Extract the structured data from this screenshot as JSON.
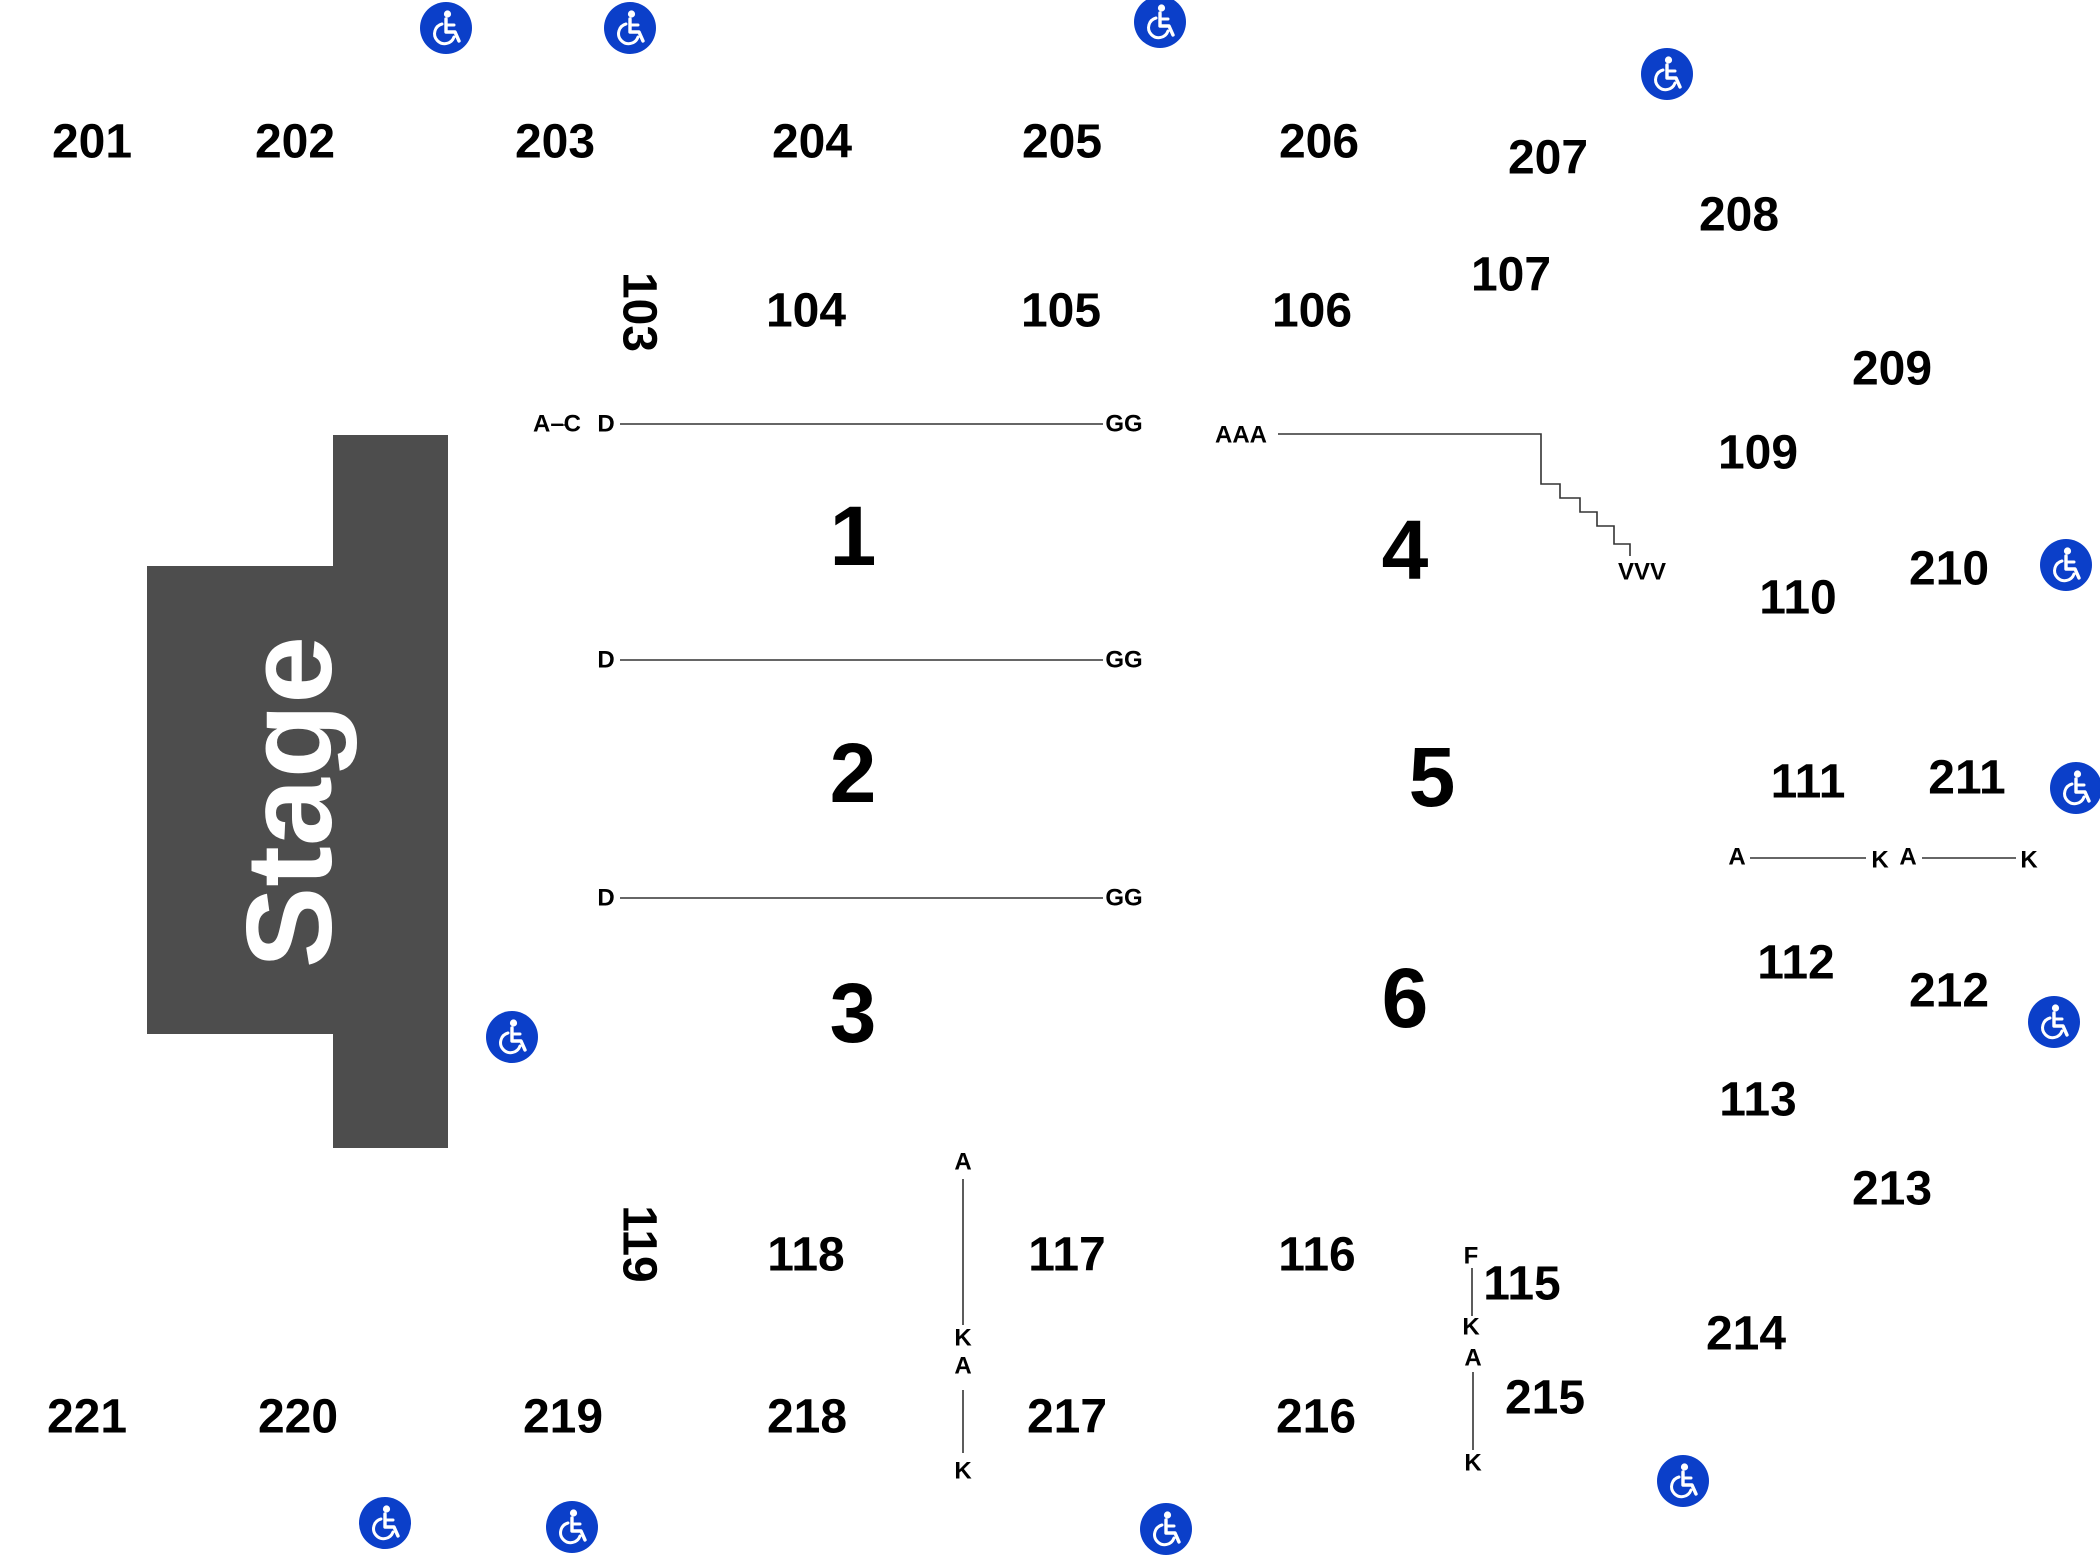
{
  "stage": {
    "label": "Stage",
    "color": "#4d4d4d"
  },
  "accessible_icon": {
    "icon": "wheelchair-icon",
    "color": "#0b3fc9"
  },
  "upper_sections": [
    "201",
    "202",
    "203",
    "204",
    "205",
    "206",
    "207",
    "208",
    "209",
    "210",
    "211",
    "212",
    "213",
    "214",
    "215",
    "216",
    "217",
    "218",
    "219",
    "220",
    "221"
  ],
  "lower_sections": [
    "103",
    "104",
    "105",
    "106",
    "107",
    "109",
    "110",
    "111",
    "112",
    "113",
    "115",
    "116",
    "117",
    "118",
    "119"
  ],
  "floor_sections": [
    "1",
    "2",
    "3",
    "4",
    "5",
    "6"
  ],
  "row_labels": {
    "a_c": "A–C",
    "d": "D",
    "gg": "GG",
    "aaa": "AAA",
    "vvv": "VVV",
    "a": "A",
    "f": "F",
    "k": "K"
  }
}
